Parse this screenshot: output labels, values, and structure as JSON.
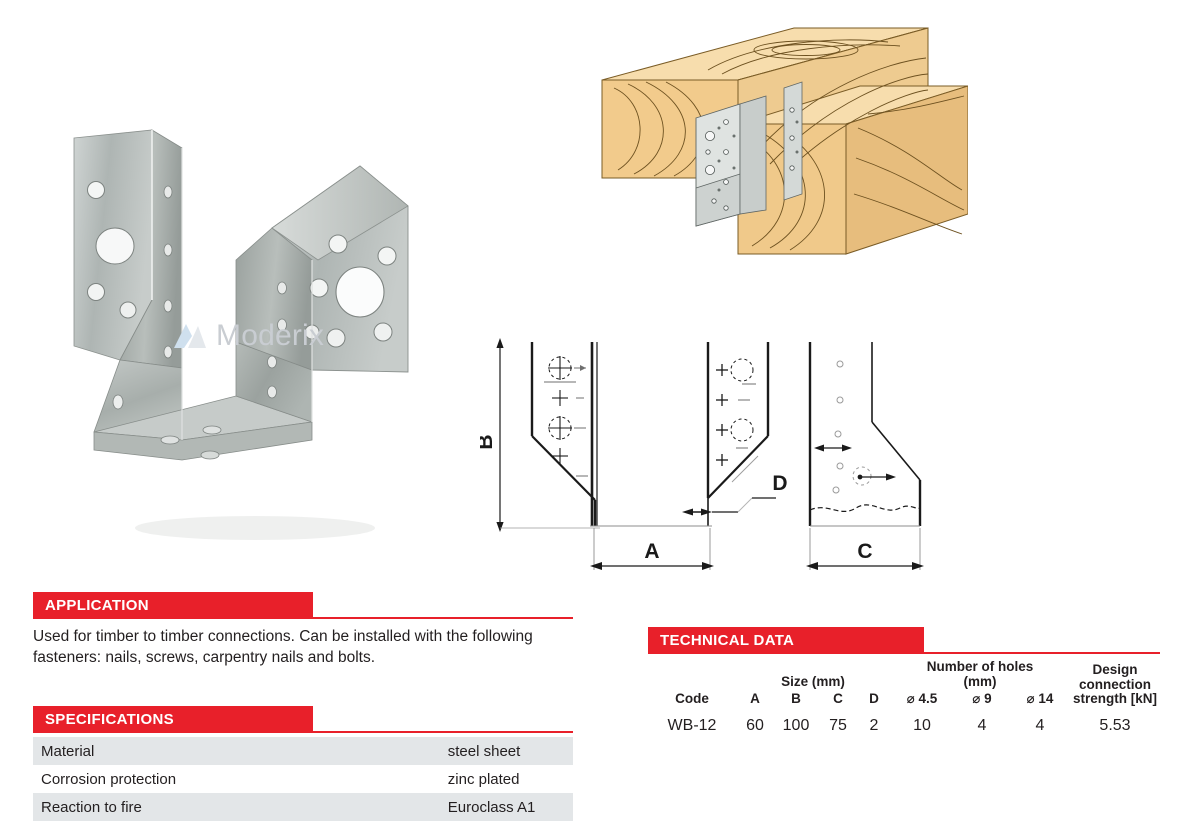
{
  "watermark": {
    "text": "Moderix"
  },
  "application": {
    "heading": "APPLICATION",
    "body": "Used for timber to timber connections. Can be installed with the following fasteners: nails, screws, carpentry nails and bolts."
  },
  "specifications": {
    "heading": "SPECIFICATIONS",
    "rows": [
      {
        "label": "Material",
        "value": "steel sheet"
      },
      {
        "label": "Corrosion protection",
        "value": "zinc plated"
      },
      {
        "label": "Reaction to fire",
        "value": "Euroclass A1"
      }
    ]
  },
  "technical_data": {
    "heading": "TECHNICAL DATA",
    "group_headers": {
      "size": "Size (mm)",
      "holes_line1": "Number of holes",
      "holes_line2": "(mm)",
      "strength_line1": "Design",
      "strength_line2": "connection",
      "strength_line3": "strength [kN]"
    },
    "columns": [
      "Code",
      "A",
      "B",
      "C",
      "D",
      "⌀ 4.5",
      "⌀ 9",
      "⌀ 14"
    ],
    "rows": [
      {
        "code": "WB-12",
        "a": "60",
        "b": "100",
        "c": "75",
        "d": "2",
        "holes_4_5": "10",
        "holes_9": "4",
        "holes_14": "4",
        "strength": "5.53"
      }
    ]
  },
  "drawing": {
    "labels": {
      "b": "B",
      "a": "A",
      "c": "C",
      "d": "D"
    }
  },
  "colors": {
    "brand_red": "#e8202a",
    "table_shade": "#e3e6e8",
    "text": "#231f20",
    "wood_light": "#f6dcab",
    "wood_mid": "#f0c983",
    "wood_dark": "#e0b174",
    "wood_line": "#8a6a2f",
    "steel_light": "#e2e4e2",
    "steel_mid": "#b9bdba",
    "steel_dark": "#8e9490"
  }
}
